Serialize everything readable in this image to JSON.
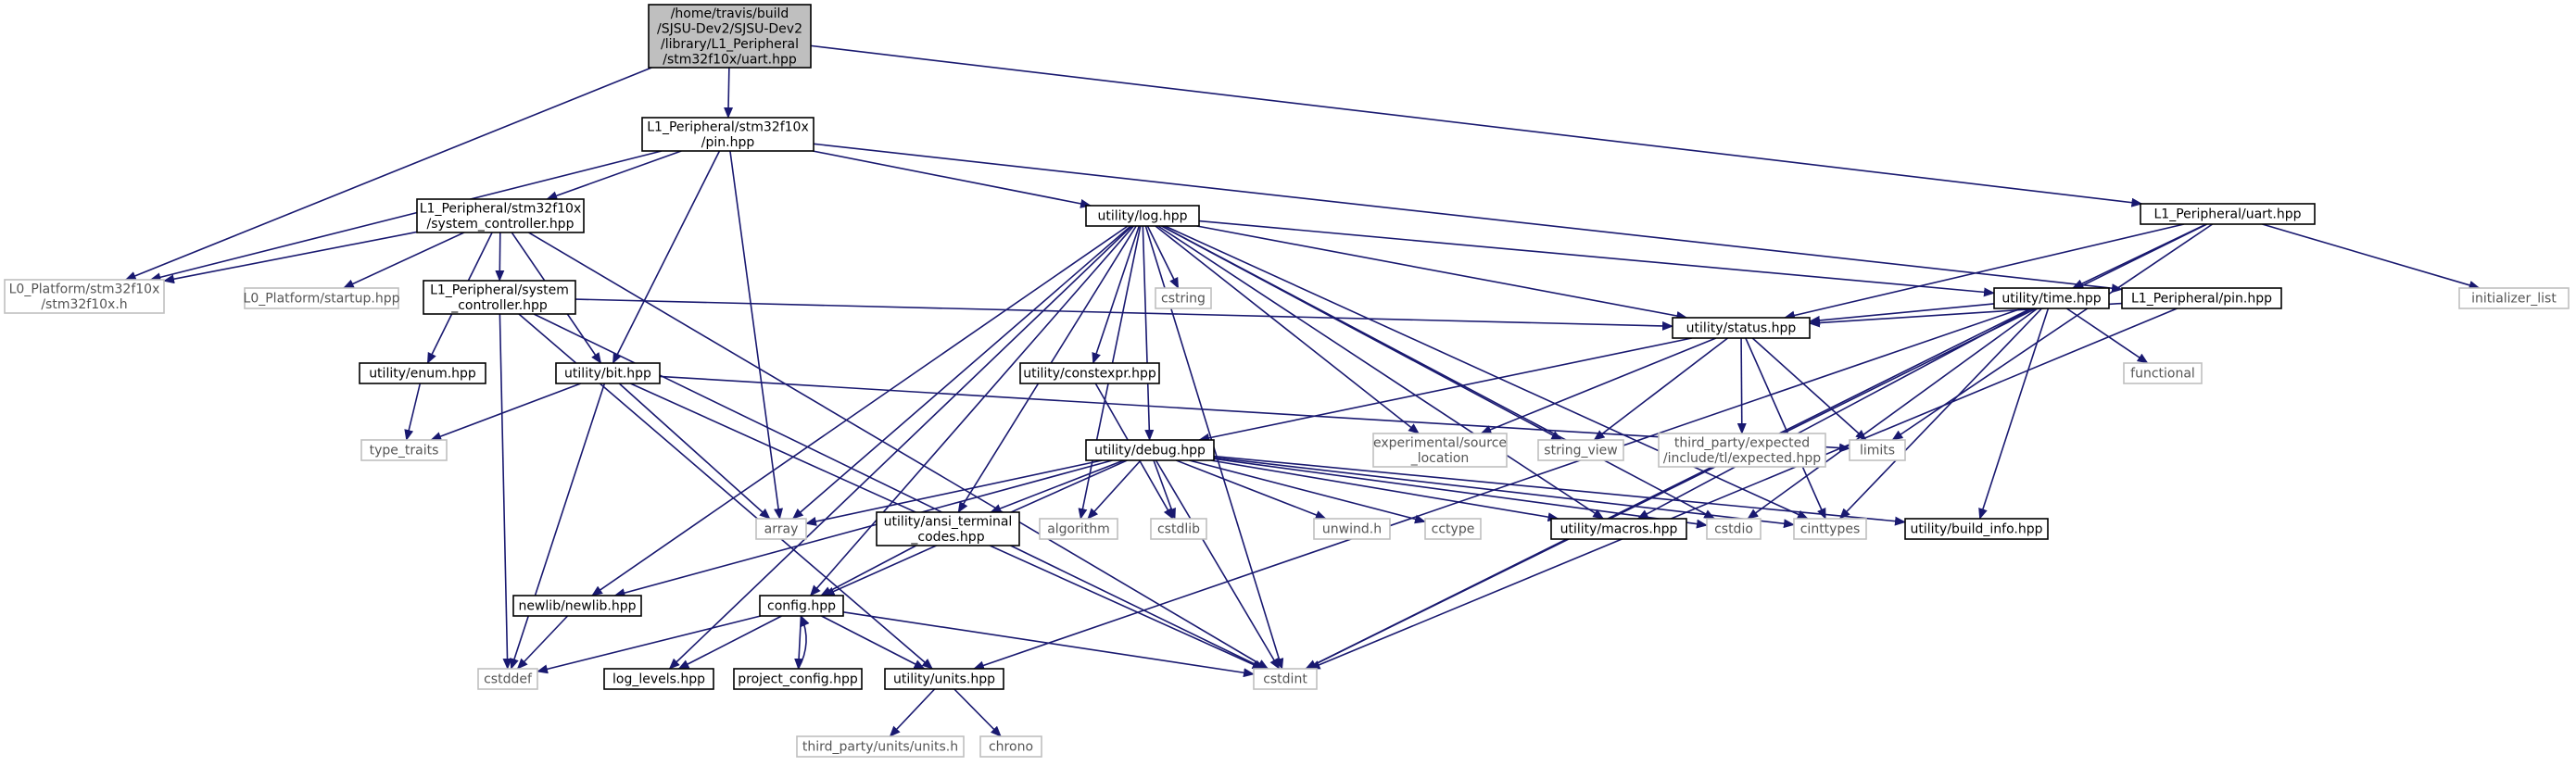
{
  "graph_title": "",
  "colors": {
    "edge": "#191970",
    "root_fill": "#bfbfbf",
    "internal_border": "#000000",
    "external_border": "#bfbfbf",
    "text": "#000000",
    "external_text": "#555555"
  },
  "nodes": {
    "uart_root": {
      "lines": [
        "/home/travis/build",
        "/SJSU-Dev2/SJSU-Dev2",
        "/library/L1_Peripheral",
        "/stm32f10x/uart.hpp"
      ],
      "kind": "root"
    },
    "pin_stm": {
      "lines": [
        "L1_Peripheral/stm32f10x",
        "/pin.hpp"
      ],
      "kind": "internal"
    },
    "uart_l1": {
      "lines": [
        "L1_Peripheral/uart.hpp"
      ],
      "kind": "internal"
    },
    "sysctl_stm": {
      "lines": [
        "L1_Peripheral/stm32f10x",
        "/system_controller.hpp"
      ],
      "kind": "internal"
    },
    "stm32f10x_h": {
      "lines": [
        "L0_Platform/stm32f10x",
        "/stm32f10x.h"
      ],
      "kind": "external"
    },
    "startup": {
      "lines": [
        "L0_Platform/startup.hpp"
      ],
      "kind": "external"
    },
    "log": {
      "lines": [
        "utility/log.hpp"
      ],
      "kind": "internal"
    },
    "sysctl_l1": {
      "lines": [
        "L1_Peripheral/system",
        "_controller.hpp"
      ],
      "kind": "internal"
    },
    "enum": {
      "lines": [
        "utility/enum.hpp"
      ],
      "kind": "internal"
    },
    "bit": {
      "lines": [
        "utility/bit.hpp"
      ],
      "kind": "internal"
    },
    "type_traits": {
      "lines": [
        "type_traits"
      ],
      "kind": "external"
    },
    "cstring": {
      "lines": [
        "cstring"
      ],
      "kind": "external"
    },
    "constexpr": {
      "lines": [
        "utility/constexpr.hpp"
      ],
      "kind": "internal"
    },
    "time": {
      "lines": [
        "utility/time.hpp"
      ],
      "kind": "internal"
    },
    "pin_l1": {
      "lines": [
        "L1_Peripheral/pin.hpp"
      ],
      "kind": "internal"
    },
    "initializer_list": {
      "lines": [
        "initializer_list"
      ],
      "kind": "external"
    },
    "status": {
      "lines": [
        "utility/status.hpp"
      ],
      "kind": "internal"
    },
    "functional": {
      "lines": [
        "functional"
      ],
      "kind": "external"
    },
    "exp_source": {
      "lines": [
        "experimental/source",
        "_location"
      ],
      "kind": "external"
    },
    "string_view": {
      "lines": [
        "string_view"
      ],
      "kind": "external"
    },
    "expected": {
      "lines": [
        "third_party/expected",
        "/include/tl/expected.hpp"
      ],
      "kind": "external"
    },
    "limits": {
      "lines": [
        "limits"
      ],
      "kind": "external"
    },
    "debug": {
      "lines": [
        "utility/debug.hpp"
      ],
      "kind": "internal"
    },
    "array": {
      "lines": [
        "array"
      ],
      "kind": "external"
    },
    "ansi": {
      "lines": [
        "utility/ansi_terminal",
        "_codes.hpp"
      ],
      "kind": "internal"
    },
    "algorithm": {
      "lines": [
        "algorithm"
      ],
      "kind": "external"
    },
    "cstdlib": {
      "lines": [
        "cstdlib"
      ],
      "kind": "external"
    },
    "unwind": {
      "lines": [
        "unwind.h"
      ],
      "kind": "external"
    },
    "cctype": {
      "lines": [
        "cctype"
      ],
      "kind": "external"
    },
    "macros": {
      "lines": [
        "utility/macros.hpp"
      ],
      "kind": "internal"
    },
    "cstdio": {
      "lines": [
        "cstdio"
      ],
      "kind": "external"
    },
    "cinttypes": {
      "lines": [
        "cinttypes"
      ],
      "kind": "external"
    },
    "build_info": {
      "lines": [
        "utility/build_info.hpp"
      ],
      "kind": "internal"
    },
    "newlib": {
      "lines": [
        "newlib/newlib.hpp"
      ],
      "kind": "internal"
    },
    "config": {
      "lines": [
        "config.hpp"
      ],
      "kind": "internal"
    },
    "cstddef": {
      "lines": [
        "cstddef"
      ],
      "kind": "external"
    },
    "log_levels": {
      "lines": [
        "log_levels.hpp"
      ],
      "kind": "internal"
    },
    "project_config": {
      "lines": [
        "project_config.hpp"
      ],
      "kind": "internal"
    },
    "units": {
      "lines": [
        "utility/units.hpp"
      ],
      "kind": "internal"
    },
    "cstdint": {
      "lines": [
        "cstdint"
      ],
      "kind": "external"
    },
    "units_h": {
      "lines": [
        "third_party/units/units.h"
      ],
      "kind": "external"
    },
    "chrono": {
      "lines": [
        "chrono"
      ],
      "kind": "external"
    }
  },
  "edges": [
    [
      "uart_root",
      "pin_stm"
    ],
    [
      "uart_root",
      "uart_l1"
    ],
    [
      "uart_root",
      "stm32f10x_h"
    ],
    [
      "pin_stm",
      "sysctl_stm"
    ],
    [
      "pin_stm",
      "stm32f10x_h"
    ],
    [
      "pin_stm",
      "log"
    ],
    [
      "pin_stm",
      "bit"
    ],
    [
      "pin_stm",
      "array"
    ],
    [
      "pin_stm",
      "pin_l1"
    ],
    [
      "sysctl_stm",
      "stm32f10x_h"
    ],
    [
      "sysctl_stm",
      "startup"
    ],
    [
      "sysctl_stm",
      "sysctl_l1"
    ],
    [
      "sysctl_stm",
      "enum"
    ],
    [
      "sysctl_stm",
      "bit"
    ],
    [
      "sysctl_stm",
      "cstdint"
    ],
    [
      "sysctl_l1",
      "status"
    ],
    [
      "sysctl_l1",
      "cstddef"
    ],
    [
      "sysctl_l1",
      "cstdint"
    ],
    [
      "sysctl_l1",
      "units"
    ],
    [
      "enum",
      "type_traits"
    ],
    [
      "bit",
      "type_traits"
    ],
    [
      "bit",
      "array"
    ],
    [
      "bit",
      "limits"
    ],
    [
      "bit",
      "cstddef"
    ],
    [
      "bit",
      "cstdint"
    ],
    [
      "log",
      "cstring"
    ],
    [
      "log",
      "constexpr"
    ],
    [
      "log",
      "time"
    ],
    [
      "log",
      "status"
    ],
    [
      "log",
      "debug"
    ],
    [
      "log",
      "array"
    ],
    [
      "log",
      "ansi"
    ],
    [
      "log",
      "algorithm"
    ],
    [
      "log",
      "macros"
    ],
    [
      "log",
      "cstdio"
    ],
    [
      "log",
      "string_view"
    ],
    [
      "log",
      "exp_source"
    ],
    [
      "log",
      "config"
    ],
    [
      "log",
      "log_levels"
    ],
    [
      "log",
      "newlib"
    ],
    [
      "log",
      "cinttypes"
    ],
    [
      "log",
      "cstdint"
    ],
    [
      "uart_l1",
      "status"
    ],
    [
      "uart_l1",
      "time"
    ],
    [
      "uart_l1",
      "initializer_list"
    ],
    [
      "uart_l1",
      "limits"
    ],
    [
      "uart_l1",
      "cstdint"
    ],
    [
      "time",
      "status"
    ],
    [
      "time",
      "functional"
    ],
    [
      "time",
      "cinttypes"
    ],
    [
      "time",
      "cstdio"
    ],
    [
      "time",
      "build_info"
    ],
    [
      "time",
      "macros"
    ],
    [
      "time",
      "units"
    ],
    [
      "time",
      "cstdint"
    ],
    [
      "pin_l1",
      "status"
    ],
    [
      "pin_l1",
      "cstdint"
    ],
    [
      "status",
      "debug"
    ],
    [
      "status",
      "exp_source"
    ],
    [
      "status",
      "string_view"
    ],
    [
      "status",
      "expected"
    ],
    [
      "status",
      "limits"
    ],
    [
      "status",
      "cinttypes"
    ],
    [
      "constexpr",
      "cstdlib"
    ],
    [
      "debug",
      "array"
    ],
    [
      "debug",
      "ansi"
    ],
    [
      "debug",
      "algorithm"
    ],
    [
      "debug",
      "cstdlib"
    ],
    [
      "debug",
      "unwind"
    ],
    [
      "debug",
      "cctype"
    ],
    [
      "debug",
      "macros"
    ],
    [
      "debug",
      "cstdio"
    ],
    [
      "debug",
      "cinttypes"
    ],
    [
      "debug",
      "build_info"
    ],
    [
      "debug",
      "newlib"
    ],
    [
      "debug",
      "config"
    ],
    [
      "debug",
      "cstdint"
    ],
    [
      "ansi",
      "config"
    ],
    [
      "newlib",
      "cstddef"
    ],
    [
      "config",
      "cstddef"
    ],
    [
      "config",
      "log_levels"
    ],
    [
      "config",
      "project_config"
    ],
    [
      "config",
      "units"
    ],
    [
      "config",
      "cstdint"
    ],
    [
      "project_config",
      "config"
    ],
    [
      "units",
      "units_h"
    ],
    [
      "units",
      "chrono"
    ]
  ]
}
